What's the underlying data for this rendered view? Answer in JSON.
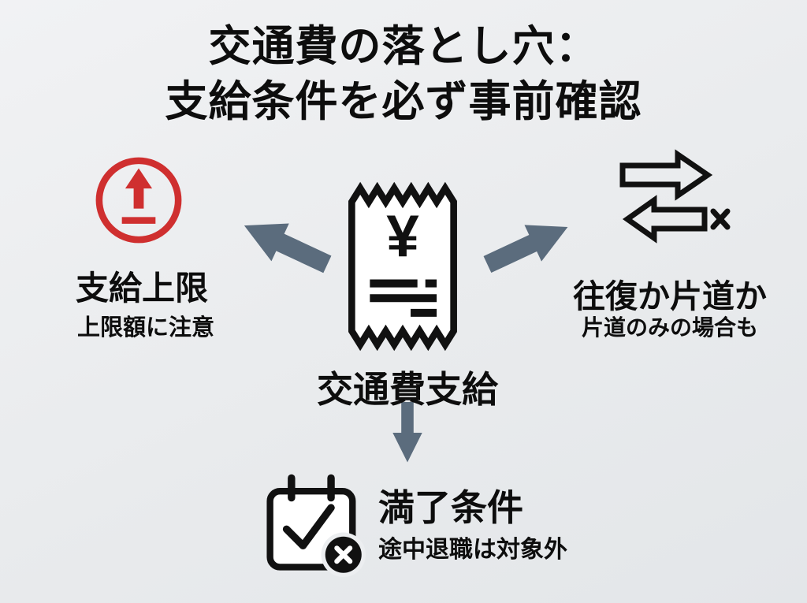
{
  "title": {
    "line1": "交通費の落とし穴：",
    "line2": "支給条件を必ず事前確認"
  },
  "center": {
    "icon": "receipt-yen-icon",
    "yen_symbol": "¥",
    "label": "交通費支給"
  },
  "nodes": {
    "left": {
      "icon": "upload-limit-icon",
      "heading": "支給上限",
      "subtext": "上限額に注意"
    },
    "right": {
      "icon": "round-trip-arrows-icon",
      "heading": "往復か片道か",
      "subtext": "片道のみの場合も"
    },
    "bottom": {
      "icon": "calendar-excluded-icon",
      "heading": "満了条件",
      "subtext": "途中退職は対象外"
    }
  },
  "colors": {
    "accent_red": "#cf2f2f",
    "arrow_gray": "#5b6c7d",
    "icon_black": "#111111",
    "text": "#0d0d0d",
    "background": "#e9ebed"
  }
}
